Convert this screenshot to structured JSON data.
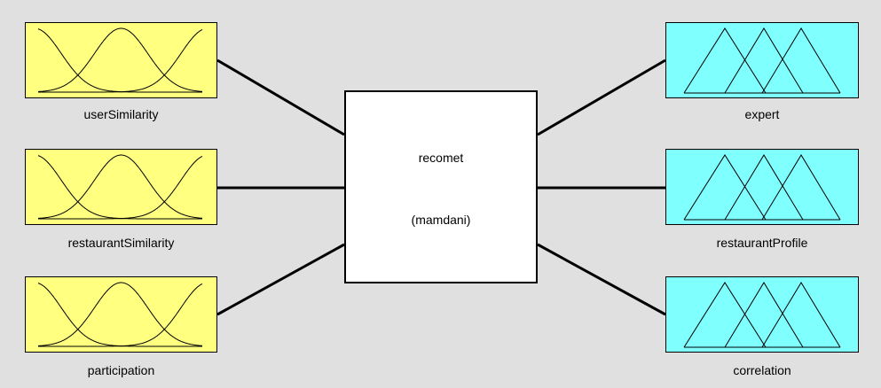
{
  "system": {
    "name": "recomet",
    "type": "(mamdani)"
  },
  "inputs": [
    {
      "label": "userSimilarity"
    },
    {
      "label": "restaurantSimilarity"
    },
    {
      "label": "participation"
    }
  ],
  "outputs": [
    {
      "label": "expert"
    },
    {
      "label": "restaurantProfile"
    },
    {
      "label": "correlation"
    }
  ],
  "colors": {
    "input_fill": "#ffff80",
    "output_fill": "#80ffff",
    "background": "#e0e0e0"
  },
  "membership_shapes": {
    "inputs": "gaussian",
    "outputs": "triangular"
  }
}
